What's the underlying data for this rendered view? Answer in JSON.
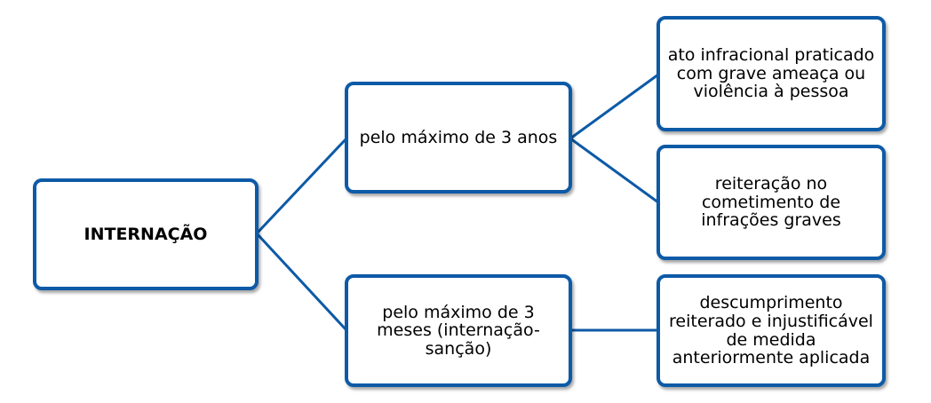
{
  "colors": {
    "border": "#0d5aa7",
    "connector": "#0d5aa7"
  },
  "root": {
    "label": "INTERNAÇÃO"
  },
  "level1": [
    {
      "label": "pelo máximo de 3 anos"
    },
    {
      "label": "pelo máximo de 3 meses (internação-sanção)"
    }
  ],
  "level2": [
    {
      "label": "ato infracional praticado com grave ameaça ou violência à pessoa"
    },
    {
      "label": "reiteração no cometimento de infrações graves"
    },
    {
      "label": "descumprimento reiterado e injustificável de medida anteriormente aplicada"
    }
  ]
}
